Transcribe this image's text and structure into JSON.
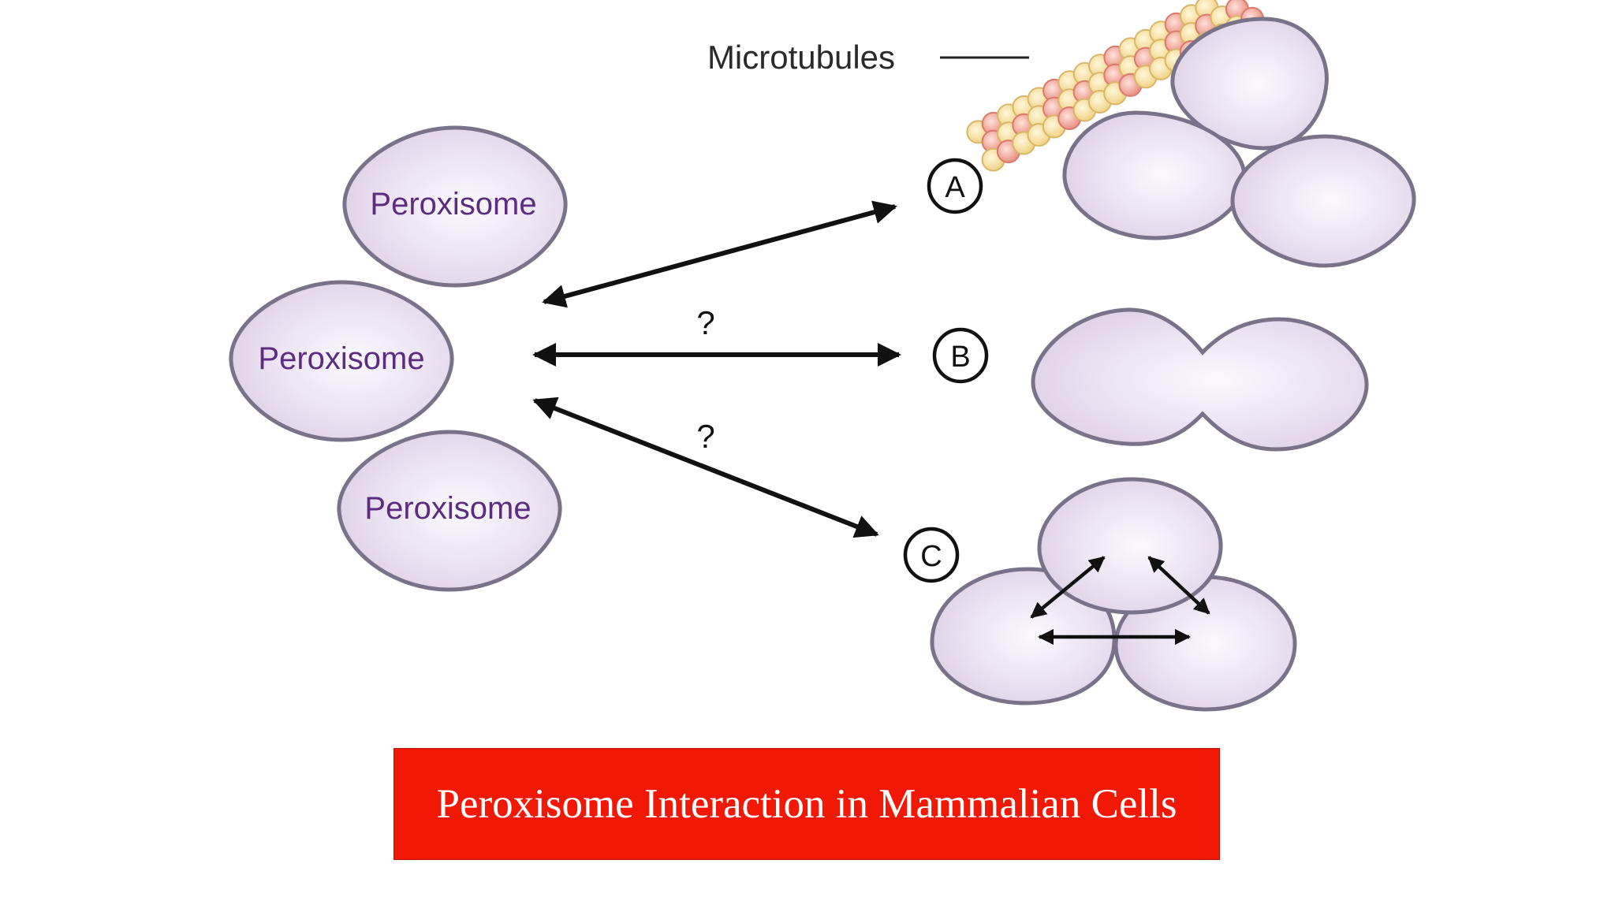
{
  "labels": {
    "microtubules": "Microtubules",
    "peroxisome_top": "Peroxisome",
    "peroxisome_middle": "Peroxisome",
    "peroxisome_bottom": "Peroxisome",
    "question_b": "?",
    "question_c": "?",
    "marker_a": "A",
    "marker_b": "B",
    "marker_c": "C"
  },
  "caption": "Peroxisome Interaction in Mammalian Cells",
  "colors": {
    "caption_background": "#f21806",
    "caption_text": "#ffffff",
    "peroxisome_fill": "#e9e1f0",
    "peroxisome_stroke": "#7a7288",
    "peroxisome_label": "#5a2d82",
    "microtubule_yellow": "#f5dc93",
    "microtubule_red": "#ef9a8c"
  }
}
